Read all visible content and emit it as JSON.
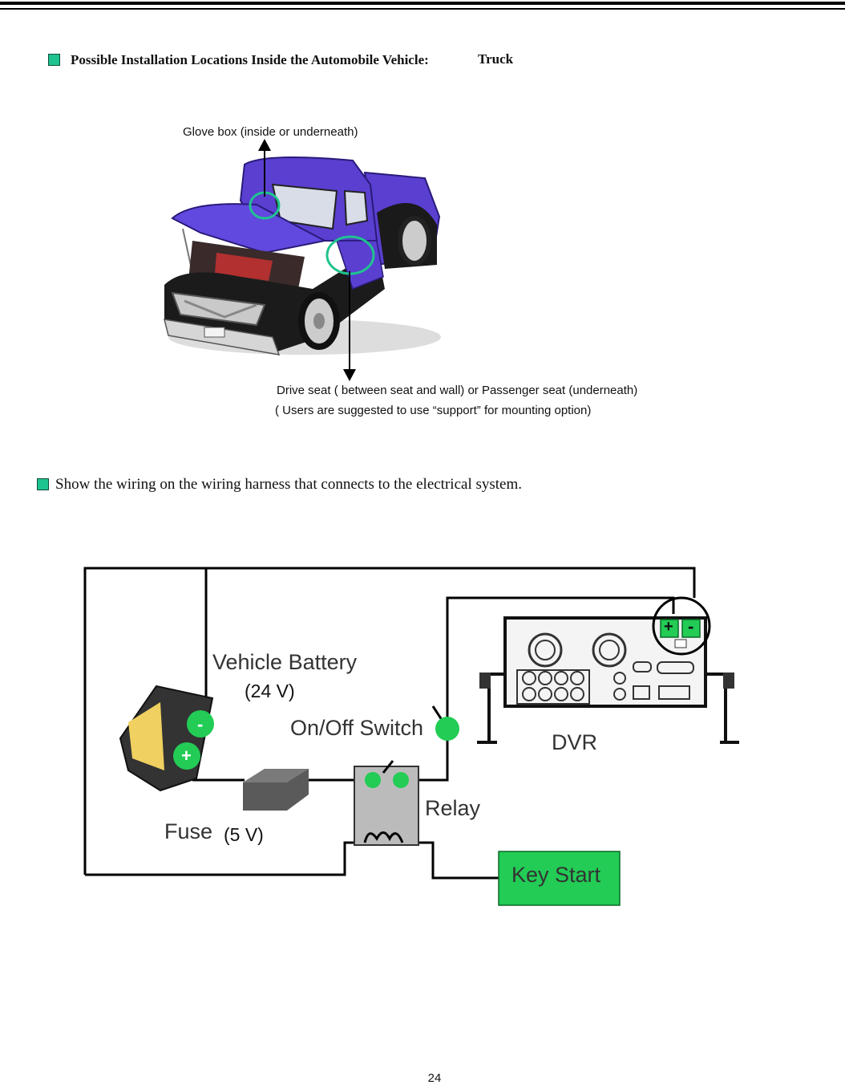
{
  "section1": {
    "heading": "Possible Installation Locations Inside the Automobile Vehicle:",
    "vehicle": "Truck",
    "glove_box_label": "Glove box (inside or underneath)",
    "seat_label": "Drive seat ( between seat and wall) or Passenger seat (underneath)",
    "support_note": "( Users are suggested to use “support”  for mounting option)"
  },
  "section2": {
    "heading": "Show the wiring on the wiring harness that connects to the electrical system."
  },
  "wiring": {
    "battery_label": "Vehicle Battery",
    "battery_voltage": "(24 V)",
    "switch_label": "On/Off Switch",
    "dvr_label": "DVR",
    "relay_label": "Relay",
    "fuse_label": "Fuse",
    "fuse_voltage": "(5 V)",
    "key_start_label": "Key Start",
    "plus_symbol": "+",
    "minus_symbol": "-"
  },
  "colors": {
    "accent_green": "#22cc55",
    "bullet_teal": "#1fc38f",
    "truck_purple": "#5a3fd0"
  },
  "page_number": "24"
}
